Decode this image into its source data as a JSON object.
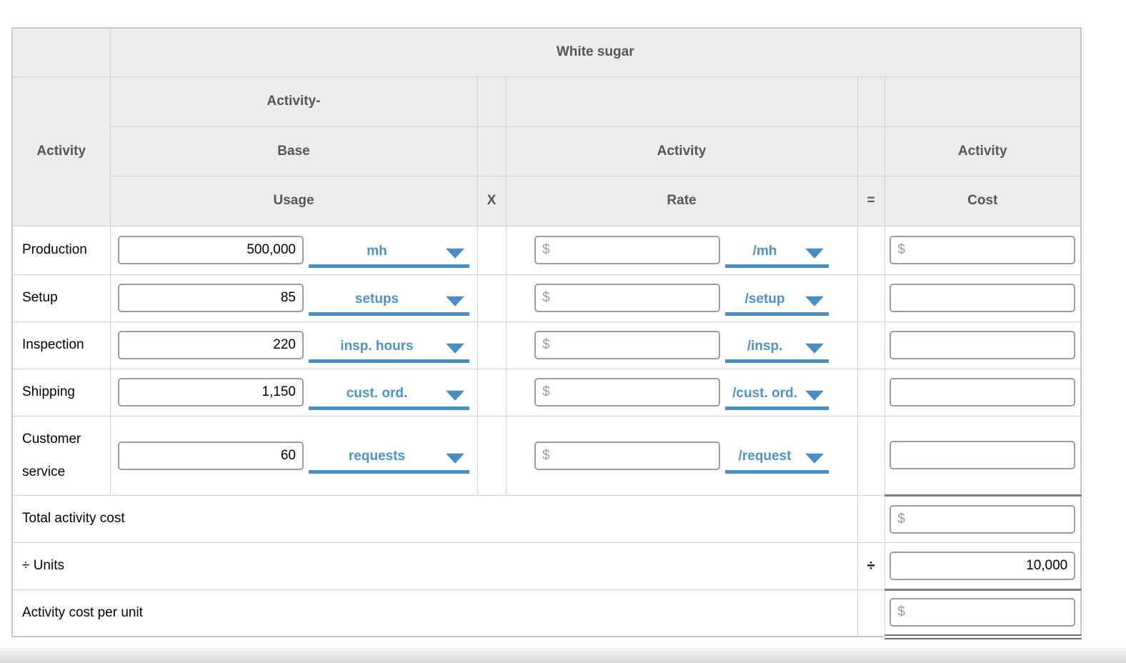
{
  "header": {
    "product": "White sugar",
    "activity_col": "Activity",
    "usage_col": [
      "Activity-",
      "Base",
      "Usage"
    ],
    "x_symbol": "X",
    "rate_col_line2": "Activity",
    "rate_col_line3": "Rate",
    "equals_symbol": "=",
    "cost_col_line2": "Activity",
    "cost_col_line3": "Cost"
  },
  "rows": [
    {
      "activity": "Production",
      "usage_value": "500,000",
      "usage_unit": "mh",
      "rate_prefix": "$",
      "rate_value": "",
      "rate_unit": "/mh",
      "cost_prefix": "$",
      "cost_value": ""
    },
    {
      "activity": "Setup",
      "usage_value": "85",
      "usage_unit": "setups",
      "rate_prefix": "$",
      "rate_value": "",
      "rate_unit": "/setup",
      "cost_prefix": "",
      "cost_value": ""
    },
    {
      "activity": "Inspection",
      "usage_value": "220",
      "usage_unit": "insp. hours",
      "rate_prefix": "$",
      "rate_value": "",
      "rate_unit": "/insp.",
      "cost_prefix": "",
      "cost_value": ""
    },
    {
      "activity": "Shipping",
      "usage_value": "1,150",
      "usage_unit": "cust. ord.",
      "rate_prefix": "$",
      "rate_value": "",
      "rate_unit": "/cust. ord.",
      "cost_prefix": "",
      "cost_value": ""
    },
    {
      "activity": "Customer service",
      "usage_value": "60",
      "usage_unit": "requests",
      "rate_prefix": "$",
      "rate_value": "",
      "rate_unit": "/request",
      "cost_prefix": "",
      "cost_value": ""
    }
  ],
  "summary": {
    "total_label": "Total activity cost",
    "total_prefix": "$",
    "total_value": "",
    "units_label": "÷ Units",
    "divide_symbol": "÷",
    "units_value": "10,000",
    "per_unit_label": "Activity cost per unit",
    "per_unit_prefix": "$",
    "per_unit_value": ""
  },
  "colors": {
    "accent_blue": "#4a8dc0",
    "header_bg": "#ececec",
    "grid_border": "#ccd0d3",
    "input_border": "#989da1",
    "total_rule": "#7b8084"
  }
}
